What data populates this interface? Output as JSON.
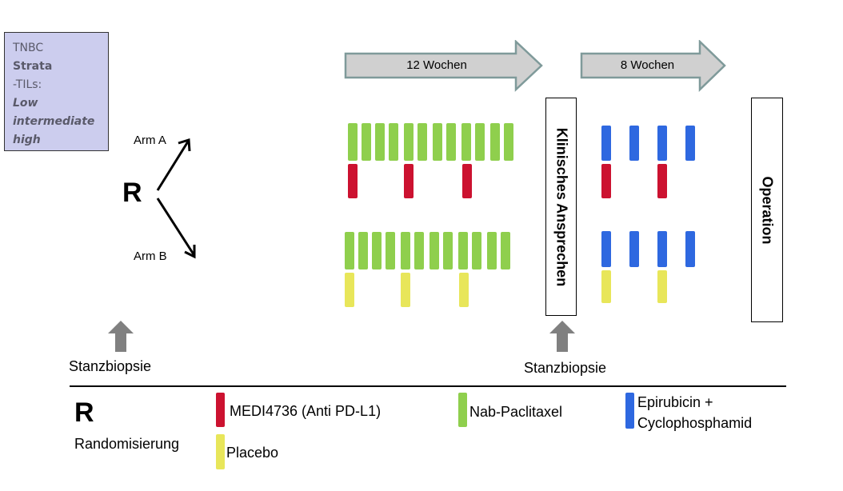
{
  "strata": {
    "line1": "TNBC",
    "line2": "Strata",
    "line3": "-TILs:",
    "line4": "Low",
    "line5": "intermediate",
    "line6": "high"
  },
  "randomization": {
    "symbol": "R",
    "arm_a": "Arm A",
    "arm_b": "Arm B"
  },
  "phases": [
    {
      "label": "12 Wochen"
    },
    {
      "label": "8 Wochen"
    }
  ],
  "milestones": {
    "clinical_response": "Klinisches  Ansprechen",
    "surgery": "Operation"
  },
  "biopsy": {
    "left": "Stanzbiopsie",
    "right": "Stanzbiopsie"
  },
  "colors": {
    "medi4736": "#cc1230",
    "nab_paclitaxel": "#8fcf4d",
    "epi_cyclo": "#2e68e0",
    "placebo": "#e8e65a",
    "arrow_fill": "#d0d0d0",
    "arrow_stroke": "#7f9a9a",
    "biopsy_arrow": "#808080",
    "strata_bg": "#cccdee"
  },
  "schedule": {
    "arm_a": {
      "nab_paclitaxel_doses": 12,
      "medi4736_doses_phase1": 3,
      "epi_cyclo_doses": 4,
      "medi4736_doses_phase2": 2
    },
    "arm_b": {
      "nab_paclitaxel_doses": 12,
      "placebo_doses_phase1": 3,
      "epi_cyclo_doses": 4,
      "placebo_doses_phase2": 2
    }
  },
  "legend": {
    "r_symbol": "R",
    "r_label": "Randomisierung",
    "items": [
      {
        "key": "medi4736",
        "label": "MEDI4736 (Anti PD-L1)"
      },
      {
        "key": "nab_paclitaxel",
        "label": "Nab-Paclitaxel"
      },
      {
        "key": "epi_cyclo",
        "label_line1": "Epirubicin  +",
        "label_line2": "Cyclophosphamid"
      },
      {
        "key": "placebo",
        "label": "Placebo"
      }
    ]
  }
}
